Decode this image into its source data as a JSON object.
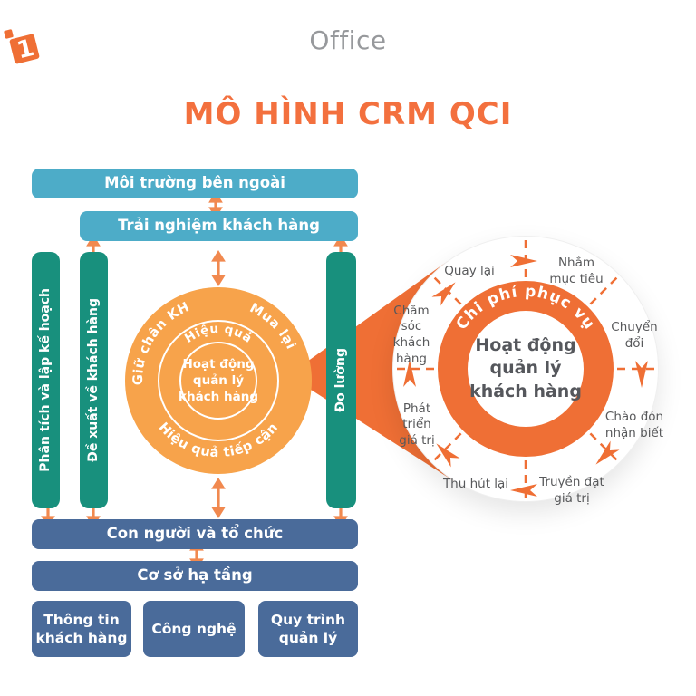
{
  "brand": {
    "name": "Office"
  },
  "title": "MÔ HÌNH CRM QCI",
  "model": {
    "top_bars": {
      "external": "Môi trường bên ngoài",
      "experience": "Trải nghiệm khách hàng"
    },
    "pillars": {
      "analysis": "Phân tích và lập kế hoạch",
      "proposition": "Đề xuất về khách hàng",
      "measurement": "Đo lường"
    },
    "core_circle": {
      "outer_top_left": "Giữ chân KH",
      "outer_top_right": "Mua lại",
      "outer_bottom": "Hiệu quả tiếp cận",
      "middle_ring": "Hiệu quả",
      "center": "Hoạt động\nquản lý\nkhách hàng"
    },
    "bottom_bars": {
      "people": "Con người và tổ chức",
      "infrastructure": "Cơ sở hạ tầng"
    },
    "foundation_boxes": [
      "Thông tin\nkhách hàng",
      "Công nghệ",
      "Quy trình\nquản lý"
    ]
  },
  "cycle": {
    "ring_label": "Chi phí phục vụ",
    "center": "Hoạt động\nquản lý\nkhách hàng",
    "segments": [
      "Quay lại",
      "Nhắm\nmục tiêu",
      "Chuyển\nđổi",
      "Chào đón\nnhận biết",
      "Truyền đạt\ngiá trị",
      "Thu hút lại",
      "Phát\ntriển\ngiá trị",
      "Chăm\nsóc\nkhách\nhàng"
    ]
  },
  "colors": {
    "teal": "#4DACC8",
    "green": "#18907D",
    "blue": "#4A6B9A",
    "orange_light": "#F7A34B",
    "orange_deep": "#EF6F35",
    "orange_arrow": "#F1894F",
    "title": "#F3703E",
    "text_gray": "#58595B",
    "brand_gray": "#97999C",
    "center_text": "#55575C"
  }
}
